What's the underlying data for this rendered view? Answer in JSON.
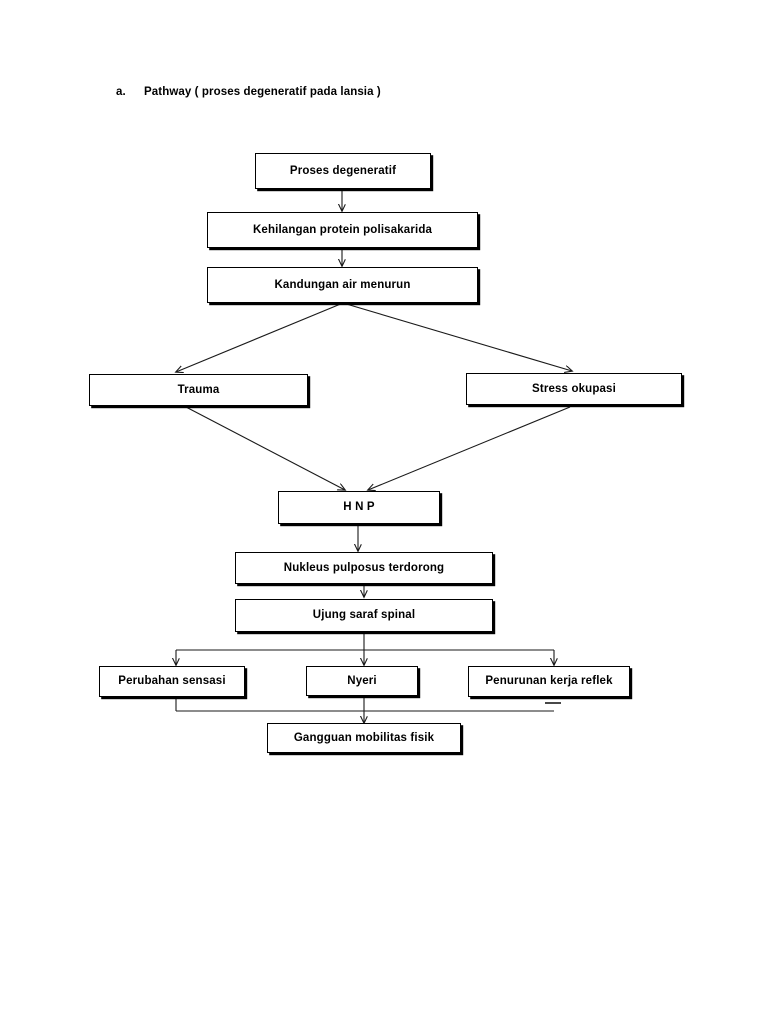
{
  "page": {
    "heading_marker": "a.",
    "heading_text": "Pathway ( proses degeneratif pada lansia )",
    "background": "#ffffff",
    "ink": "#000000"
  },
  "diagram": {
    "type": "flowchart",
    "nodes": [
      {
        "id": "proses-degeneratif",
        "label": "Proses degeneratif"
      },
      {
        "id": "kehilangan-protein",
        "label": "Kehilangan protein polisakarida"
      },
      {
        "id": "kandungan-air",
        "label": "Kandungan air menurun"
      },
      {
        "id": "trauma",
        "label": "Trauma"
      },
      {
        "id": "stress-okupasi",
        "label": "Stress okupasi"
      },
      {
        "id": "hnp",
        "label": "H N P"
      },
      {
        "id": "nukleus-pulposus",
        "label": "Nukleus pulposus terdorong"
      },
      {
        "id": "ujung-saraf",
        "label": "Ujung saraf spinal"
      },
      {
        "id": "perubahan-sensasi",
        "label": "Perubahan sensasi"
      },
      {
        "id": "nyeri",
        "label": "Nyeri"
      },
      {
        "id": "penurunan-reflek",
        "label": "Penurunan kerja reflek"
      },
      {
        "id": "gangguan-mobilitas",
        "label": "Gangguan mobilitas fisik"
      }
    ],
    "edges": [
      {
        "from": "proses-degeneratif",
        "to": "kehilangan-protein"
      },
      {
        "from": "kehilangan-protein",
        "to": "kandungan-air"
      },
      {
        "from": "kandungan-air",
        "to": "trauma"
      },
      {
        "from": "kandungan-air",
        "to": "stress-okupasi"
      },
      {
        "from": "trauma",
        "to": "hnp"
      },
      {
        "from": "stress-okupasi",
        "to": "hnp"
      },
      {
        "from": "hnp",
        "to": "nukleus-pulposus"
      },
      {
        "from": "nukleus-pulposus",
        "to": "ujung-saraf"
      },
      {
        "from": "ujung-saraf",
        "to": "perubahan-sensasi"
      },
      {
        "from": "ujung-saraf",
        "to": "nyeri"
      },
      {
        "from": "ujung-saraf",
        "to": "penurunan-reflek"
      },
      {
        "from": "perubahan-sensasi",
        "to": "gangguan-mobilitas"
      },
      {
        "from": "nyeri",
        "to": "gangguan-mobilitas"
      },
      {
        "from": "penurunan-reflek",
        "to": "gangguan-mobilitas"
      }
    ]
  }
}
